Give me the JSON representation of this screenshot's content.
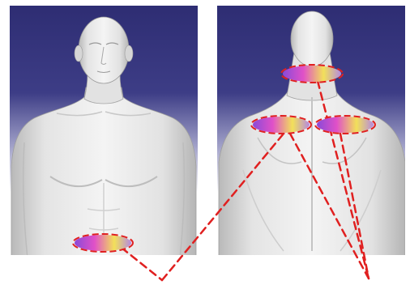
{
  "figure": {
    "panels": [
      {
        "id": "front",
        "view": "front"
      },
      {
        "id": "back",
        "view": "back"
      }
    ],
    "regions": [
      {
        "id": "abdomen",
        "panel": "front"
      },
      {
        "id": "neck",
        "panel": "back"
      },
      {
        "id": "left-shoulder",
        "panel": "back"
      },
      {
        "id": "right-shoulder",
        "panel": "back"
      }
    ],
    "connectors": [
      {
        "from": "abdomen",
        "to": "bend"
      },
      {
        "from": "bend",
        "to": "left-shoulder"
      },
      {
        "from": "neck",
        "to": "sink"
      },
      {
        "from": "left-shoulder",
        "to": "sink"
      },
      {
        "from": "right-shoulder",
        "to": "sink"
      }
    ],
    "colors": {
      "background_top": "#2e2d73",
      "background_bottom": "#ffffff",
      "body": "#e6e6e6",
      "body_shadow": "#b5b5b5",
      "region_outline": "#e02020",
      "connector": "#e02020",
      "gradient_pink": "#e050c8",
      "gradient_violet": "#8a4ad8",
      "gradient_yellow": "#f2e05a"
    }
  }
}
